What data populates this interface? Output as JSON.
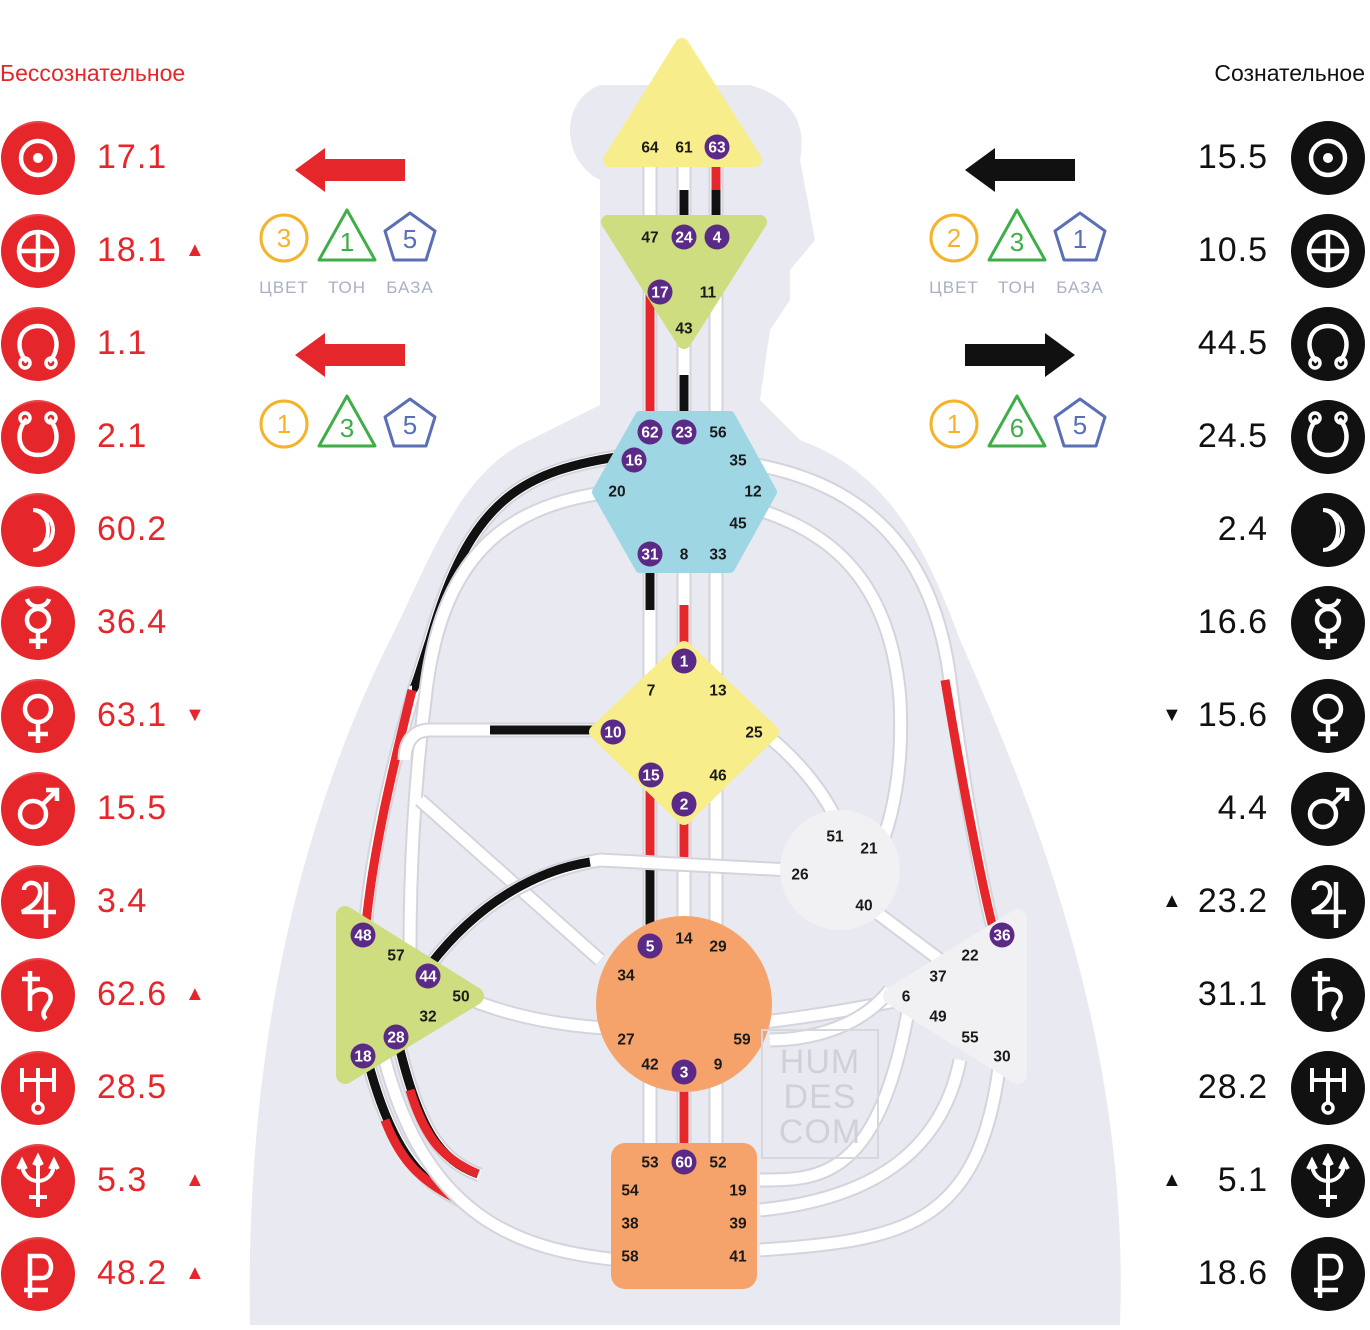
{
  "headers": {
    "unconscious": "Бессознательное",
    "conscious": "Сознательное"
  },
  "colors": {
    "red": "#e5262b",
    "black": "#111111",
    "purple": "#5b2a86",
    "yellow": "#f7ed8a",
    "green": "#cddd7f",
    "blue": "#9fd6e4",
    "orange": "#f5a36a",
    "white_center": "#f1f1f3",
    "silhouette": "#e9eaf1"
  },
  "planets": [
    {
      "name": "sun-icon",
      "left": "17.1",
      "left_mark": "",
      "right": "15.5",
      "right_mark": ""
    },
    {
      "name": "earth-icon",
      "left": "18.1",
      "left_mark": "▲",
      "right": "10.5",
      "right_mark": ""
    },
    {
      "name": "north-node-icon",
      "left": "1.1",
      "left_mark": "",
      "right": "44.5",
      "right_mark": ""
    },
    {
      "name": "south-node-icon",
      "left": "2.1",
      "left_mark": "",
      "right": "24.5",
      "right_mark": ""
    },
    {
      "name": "moon-icon",
      "left": "60.2",
      "left_mark": "",
      "right": "2.4",
      "right_mark": ""
    },
    {
      "name": "mercury-icon",
      "left": "36.4",
      "left_mark": "",
      "right": "16.6",
      "right_mark": ""
    },
    {
      "name": "venus-icon",
      "left": "63.1",
      "left_mark": "▼",
      "right": "15.6",
      "right_mark": "▼"
    },
    {
      "name": "mars-icon",
      "left": "15.5",
      "left_mark": "",
      "right": "4.4",
      "right_mark": ""
    },
    {
      "name": "jupiter-icon",
      "left": "3.4",
      "left_mark": "",
      "right": "23.2",
      "right_mark": "▲"
    },
    {
      "name": "saturn-icon",
      "left": "62.6",
      "left_mark": "▲",
      "right": "31.1",
      "right_mark": ""
    },
    {
      "name": "uranus-icon",
      "left": "28.5",
      "left_mark": "",
      "right": "28.2",
      "right_mark": ""
    },
    {
      "name": "neptune-icon",
      "left": "5.3",
      "left_mark": "▲",
      "right": "5.1",
      "right_mark": "▲"
    },
    {
      "name": "pluto-icon",
      "left": "48.2",
      "left_mark": "▲",
      "right": "18.6",
      "right_mark": ""
    }
  ],
  "variables": {
    "captions": [
      "ЦВЕТ",
      "ТОН",
      "БАЗА"
    ],
    "left_top": {
      "direction": "left",
      "color": "3",
      "tone": "1",
      "base": "5"
    },
    "left_bottom": {
      "direction": "left",
      "color": "1",
      "tone": "3",
      "base": "5"
    },
    "right_top": {
      "direction": "left",
      "color": "2",
      "tone": "3",
      "base": "1"
    },
    "right_bottom": {
      "direction": "right",
      "color": "1",
      "tone": "6",
      "base": "5"
    }
  },
  "centers": {
    "head": {
      "gates": [
        "64",
        "61",
        "63"
      ],
      "active": [
        "63"
      ]
    },
    "ajna": {
      "gates": [
        "47",
        "24",
        "4",
        "17",
        "11",
        "43"
      ],
      "active": [
        "24",
        "4",
        "17"
      ]
    },
    "throat": {
      "gates": [
        "62",
        "23",
        "56",
        "16",
        "35",
        "20",
        "12",
        "45",
        "31",
        "8",
        "33"
      ],
      "active": [
        "62",
        "23",
        "16",
        "31"
      ]
    },
    "g": {
      "gates": [
        "1",
        "7",
        "13",
        "10",
        "25",
        "15",
        "46",
        "2"
      ],
      "active": [
        "1",
        "10",
        "15",
        "2"
      ]
    },
    "heart": {
      "gates": [
        "51",
        "21",
        "26",
        "40"
      ],
      "active": []
    },
    "spleen": {
      "gates": [
        "48",
        "57",
        "44",
        "50",
        "32",
        "28",
        "18"
      ],
      "active": [
        "48",
        "44",
        "28",
        "18"
      ]
    },
    "solar_plexus": {
      "gates": [
        "36",
        "22",
        "37",
        "6",
        "49",
        "55",
        "30"
      ],
      "active": [
        "36"
      ]
    },
    "sacral": {
      "gates": [
        "5",
        "14",
        "29",
        "34",
        "27",
        "59",
        "42",
        "3",
        "9"
      ],
      "active": [
        "5",
        "3"
      ]
    },
    "root": {
      "gates": [
        "53",
        "60",
        "52",
        "54",
        "19",
        "38",
        "39",
        "58",
        "41"
      ],
      "active": [
        "60"
      ]
    }
  },
  "watermark": [
    "HUM",
    "DES",
    "COM"
  ]
}
